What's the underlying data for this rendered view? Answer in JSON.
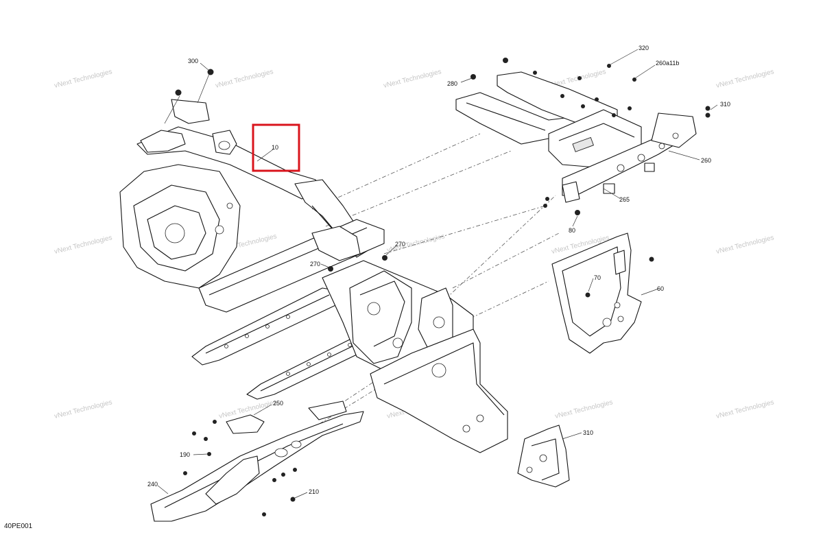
{
  "diagram": {
    "figure_code": "40PE001",
    "callouts": [
      {
        "id": "c10",
        "label": "10",
        "highlighted": true
      },
      {
        "id": "c60",
        "label": "60"
      },
      {
        "id": "c70",
        "label": "70"
      },
      {
        "id": "c80",
        "label": "80"
      },
      {
        "id": "c190",
        "label": "190"
      },
      {
        "id": "c210",
        "label": "210"
      },
      {
        "id": "c240",
        "label": "240"
      },
      {
        "id": "c250",
        "label": "250"
      },
      {
        "id": "c260",
        "label": "260"
      },
      {
        "id": "c260a11b",
        "label": "260a11b"
      },
      {
        "id": "c265",
        "label": "265"
      },
      {
        "id": "c270a",
        "label": "270"
      },
      {
        "id": "c270b",
        "label": "270"
      },
      {
        "id": "c280",
        "label": "280"
      },
      {
        "id": "c300",
        "label": "300"
      },
      {
        "id": "c310a",
        "label": "310"
      },
      {
        "id": "c310b",
        "label": "310"
      },
      {
        "id": "c320",
        "label": "320"
      }
    ],
    "watermark": {
      "line1": "vNext Technologies",
      "line2": "vNext Technologies"
    },
    "highlight_color": "#d9141c"
  }
}
